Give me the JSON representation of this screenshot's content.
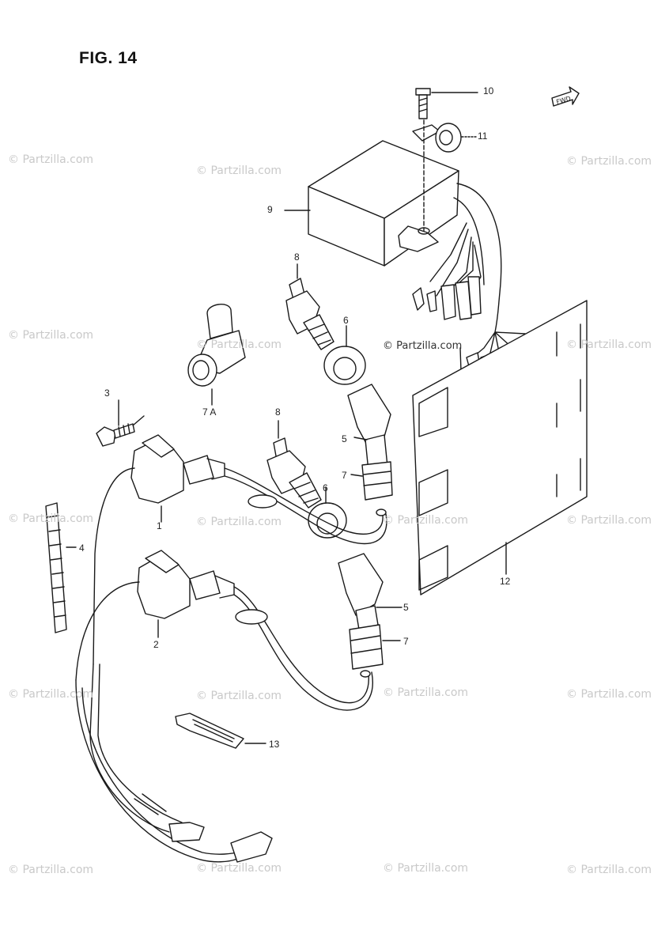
{
  "figure": {
    "title": "FIG. 14"
  },
  "watermark": {
    "text": "© Partzilla.com"
  },
  "callouts": [
    {
      "id": "c1",
      "text": "1"
    },
    {
      "id": "c2",
      "text": "2"
    },
    {
      "id": "c3",
      "text": "3"
    },
    {
      "id": "c4",
      "text": "4"
    },
    {
      "id": "c5a",
      "text": "5"
    },
    {
      "id": "c5b",
      "text": "5"
    },
    {
      "id": "c6a",
      "text": "6"
    },
    {
      "id": "c6b",
      "text": "6"
    },
    {
      "id": "c7a",
      "text": "7"
    },
    {
      "id": "c7b",
      "text": "7"
    },
    {
      "id": "c7A",
      "text": "7 A"
    },
    {
      "id": "c8a",
      "text": "8"
    },
    {
      "id": "c8b",
      "text": "8"
    },
    {
      "id": "c9",
      "text": "9"
    },
    {
      "id": "c10",
      "text": "10"
    },
    {
      "id": "c11",
      "text": "11"
    },
    {
      "id": "c12",
      "text": "12"
    },
    {
      "id": "c13",
      "text": "13"
    }
  ],
  "direction_badge": {
    "text": "FWD"
  },
  "colors": {
    "line": "#1a1a1a",
    "watermark": "#c9c9c9",
    "background": "#ffffff"
  }
}
